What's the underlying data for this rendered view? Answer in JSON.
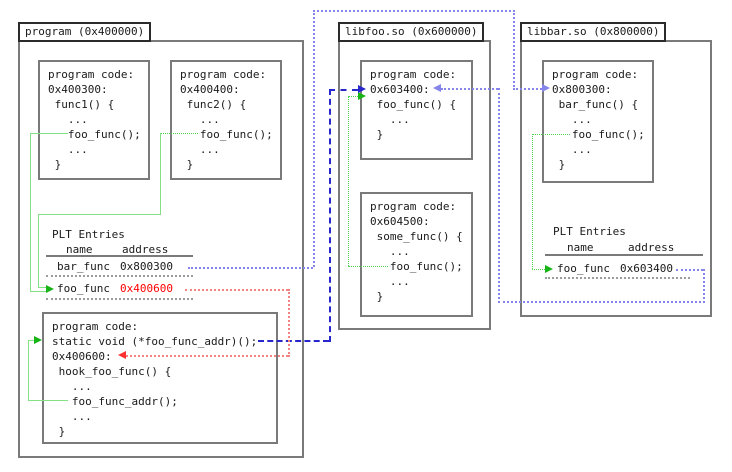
{
  "colors": {
    "box_border": "#7a7a7a",
    "title_border": "#2b2b2b",
    "call_link_green": "#84e084",
    "arrow_green": "#17b417",
    "plt_ref_violet": "#8585ea",
    "pointer_blue": "#2727cd",
    "patch_red": "#f58282",
    "patched_address_red": "#ff0000"
  },
  "program": {
    "title": "program (0x400000)",
    "func1": {
      "lines": [
        "program code:",
        "0x400300:",
        " func1() {",
        "   ...",
        "   foo_func();",
        "   ...",
        " }"
      ]
    },
    "func2": {
      "lines": [
        "program code:",
        "0x400400:",
        " func2() {",
        "   ...",
        "   foo_func();",
        "   ...",
        " }"
      ]
    },
    "plt": {
      "label": "PLT Entries",
      "col_name": "name",
      "col_address": "address",
      "rows": [
        {
          "name": "bar_func",
          "address": "0x800300"
        },
        {
          "name": "foo_func",
          "address": "0x400600"
        }
      ]
    },
    "hook": {
      "lines": [
        "program code:",
        "static void (*foo_func_addr)();",
        "0x400600:",
        " hook_foo_func() {",
        "   ...",
        "   foo_func_addr();",
        "   ...",
        " }"
      ]
    }
  },
  "libfoo": {
    "title": "libfoo.so (0x600000)",
    "code1": {
      "lines": [
        "program code:",
        "0x603400:",
        " foo_func() {",
        "   ...",
        " }"
      ]
    },
    "code2": {
      "lines": [
        "program code:",
        "0x604500:",
        " some_func() {",
        "   ...",
        "   foo_func();",
        "   ...",
        " }"
      ]
    }
  },
  "libbar": {
    "title": "libbar.so (0x800000)",
    "code": {
      "lines": [
        "program code:",
        "0x800300:",
        " bar_func() {",
        "   ...",
        "   foo_func();",
        "   ...",
        " }"
      ]
    },
    "plt": {
      "label": "PLT Entries",
      "col_name": "name",
      "col_address": "address",
      "rows": [
        {
          "name": "foo_func",
          "address": "0x603400"
        }
      ]
    }
  }
}
